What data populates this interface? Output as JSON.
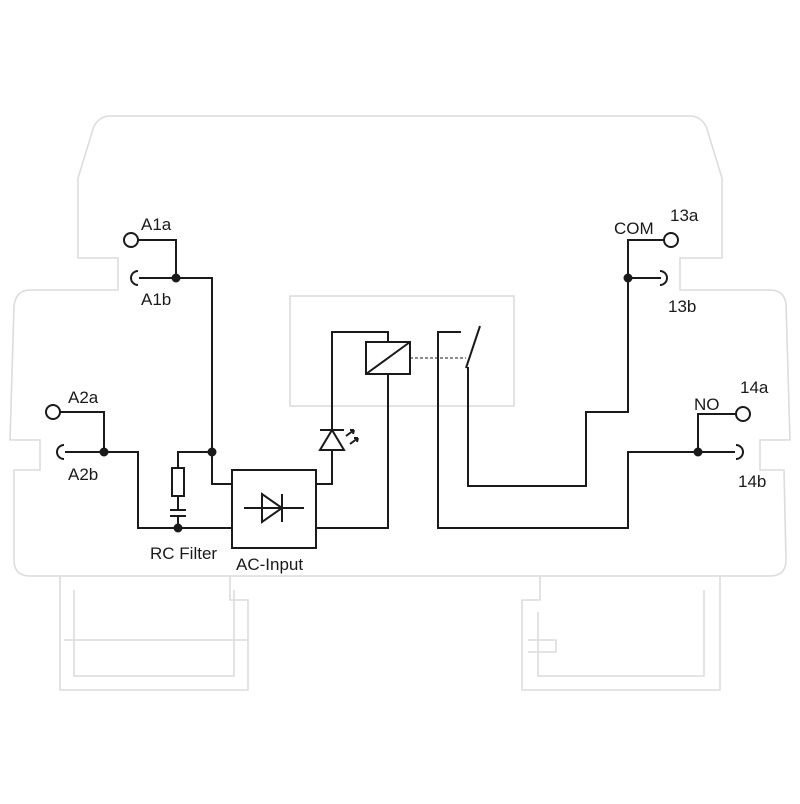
{
  "terminals": {
    "a1a": "A1a",
    "a1b": "A1b",
    "a2a": "A2a",
    "a2b": "A2b",
    "com": "COM",
    "t13a": "13a",
    "t13b": "13b",
    "no": "NO",
    "t14a": "14a",
    "t14b": "14b"
  },
  "blocks": {
    "rc_filter": "RC Filter",
    "ac_input": "AC-Input"
  },
  "colors": {
    "housing_outline": "#dcdcdc",
    "circuit_lines": "#1a1a1a"
  }
}
